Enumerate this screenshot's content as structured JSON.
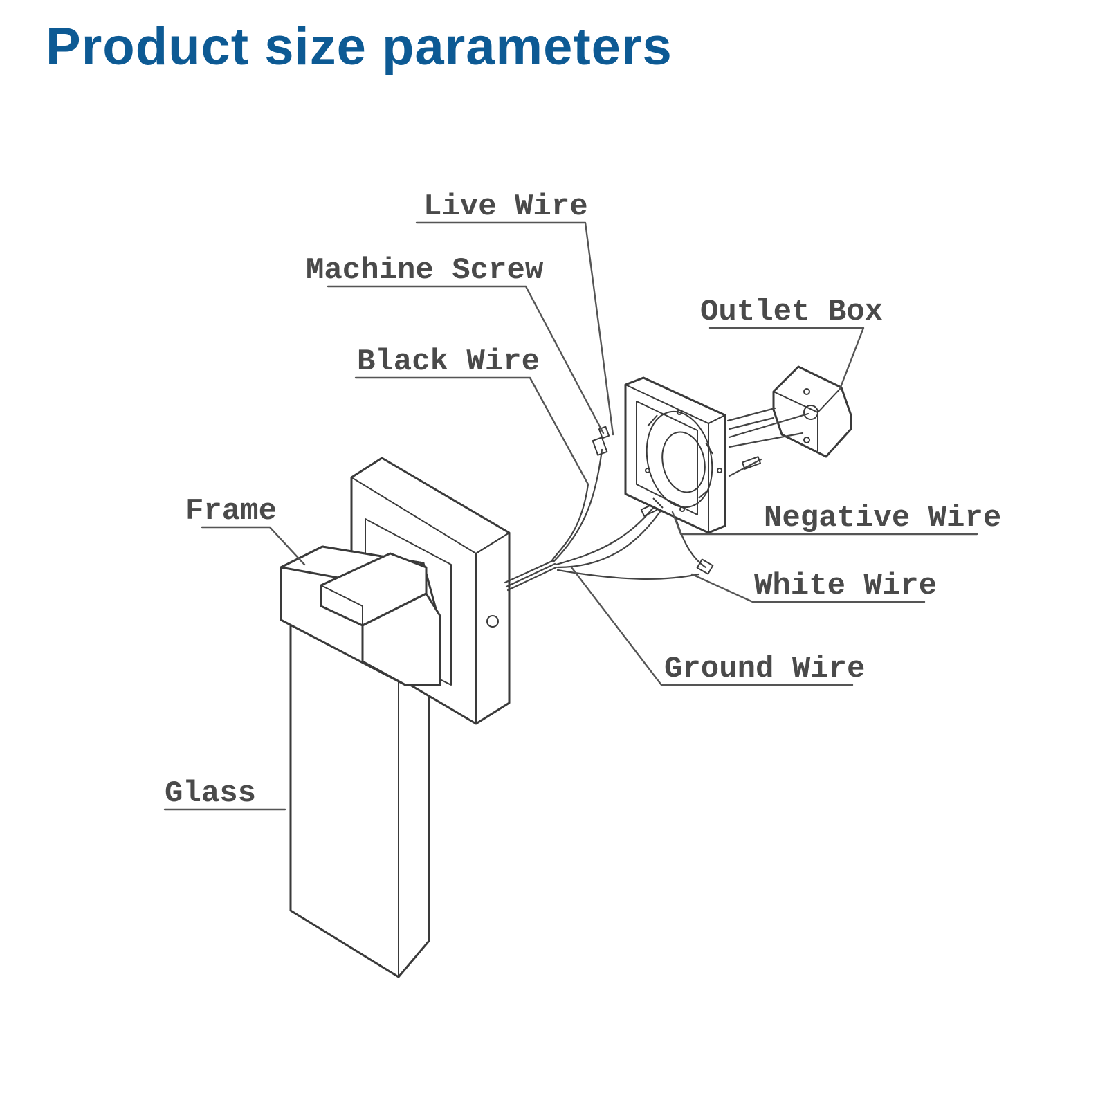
{
  "title": "Product size parameters",
  "colors": {
    "title": "#0d5a94",
    "line": "#3a3a3a",
    "label": "#4a4a4a"
  },
  "labels": {
    "live_wire": "Live Wire",
    "machine_screw": "Machine Screw",
    "black_wire": "Black Wire",
    "outlet_box": "Outlet Box",
    "frame": "Frame",
    "negative_wire": "Negative Wire",
    "white_wire": "White Wire",
    "ground_wire": "Ground Wire",
    "glass": "Glass"
  }
}
